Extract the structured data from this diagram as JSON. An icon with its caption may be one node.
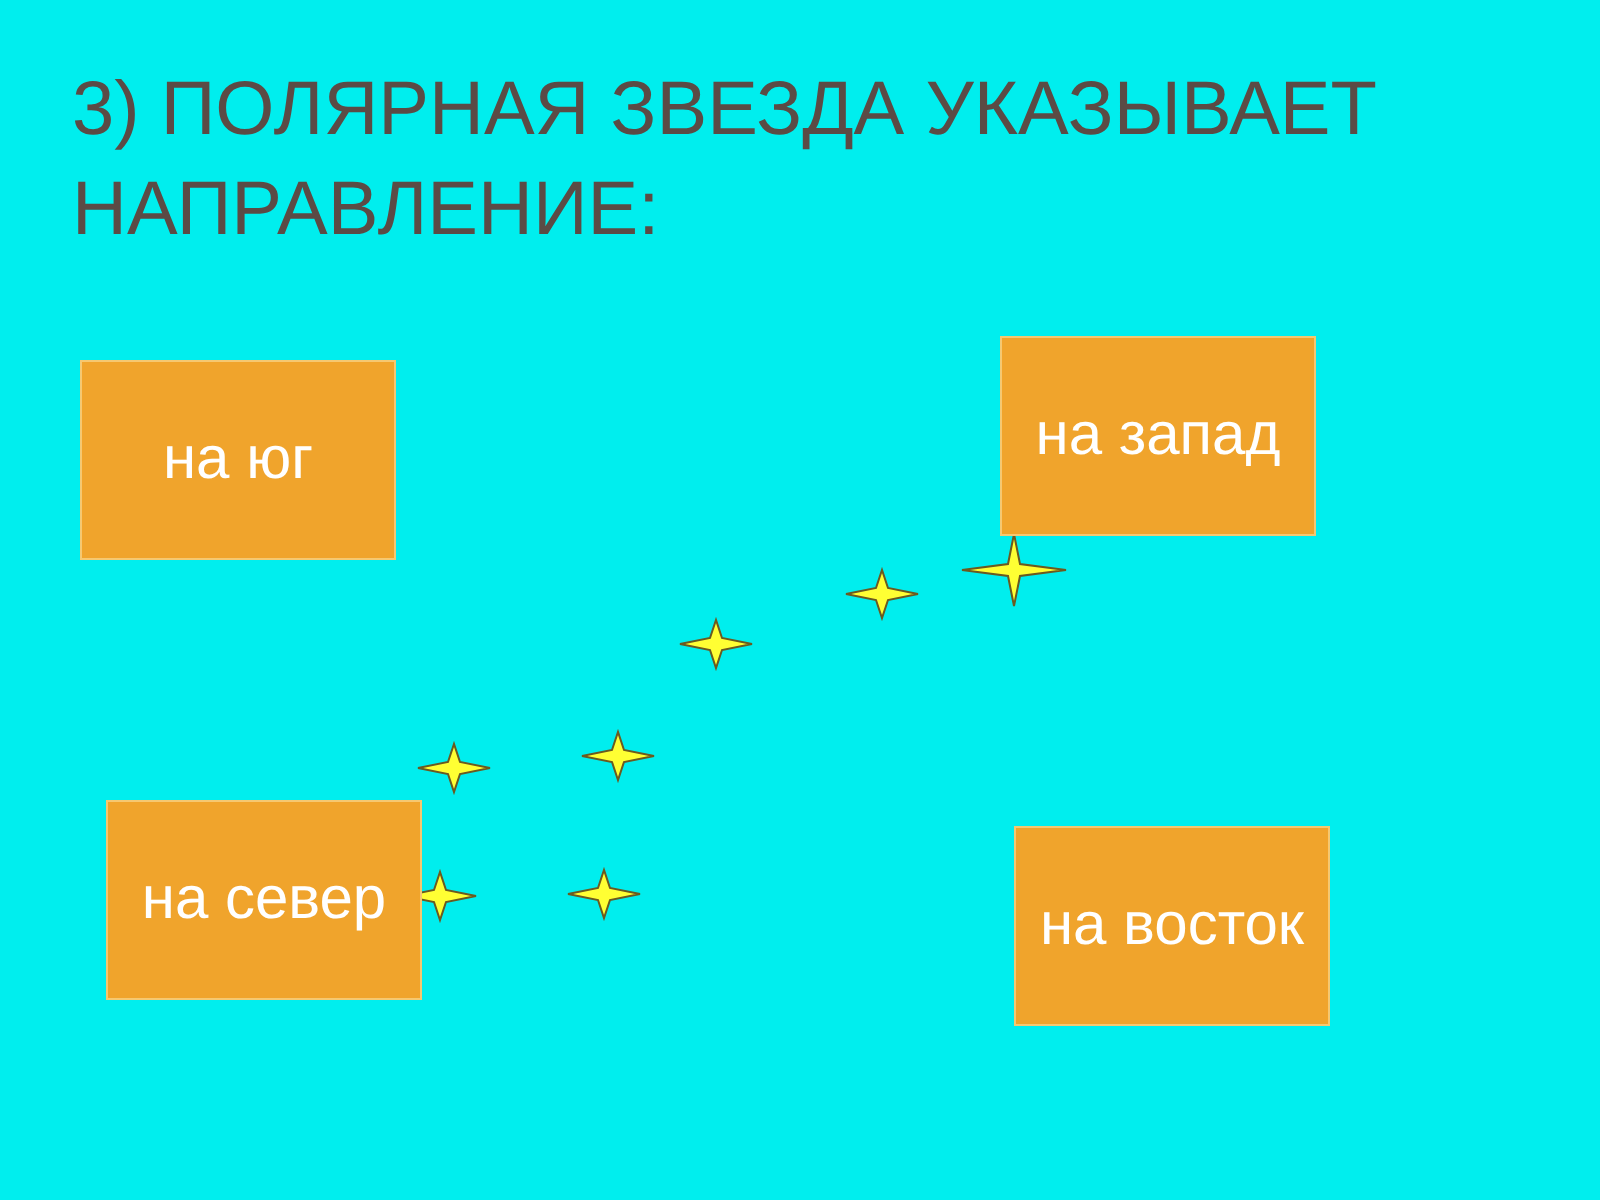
{
  "diagram": {
    "title": "3) ПОЛЯРНАЯ ЗВЕЗДА УКАЗЫВАЕТ НАПРАВЛЕНИЕ:",
    "nodes": [
      {
        "text": [
          "на юг"
        ]
      },
      {
        "text": [
          "на запад"
        ]
      },
      {
        "text": [
          "на север"
        ]
      },
      {
        "text": [
          "на восток"
        ]
      }
    ]
  }
}
